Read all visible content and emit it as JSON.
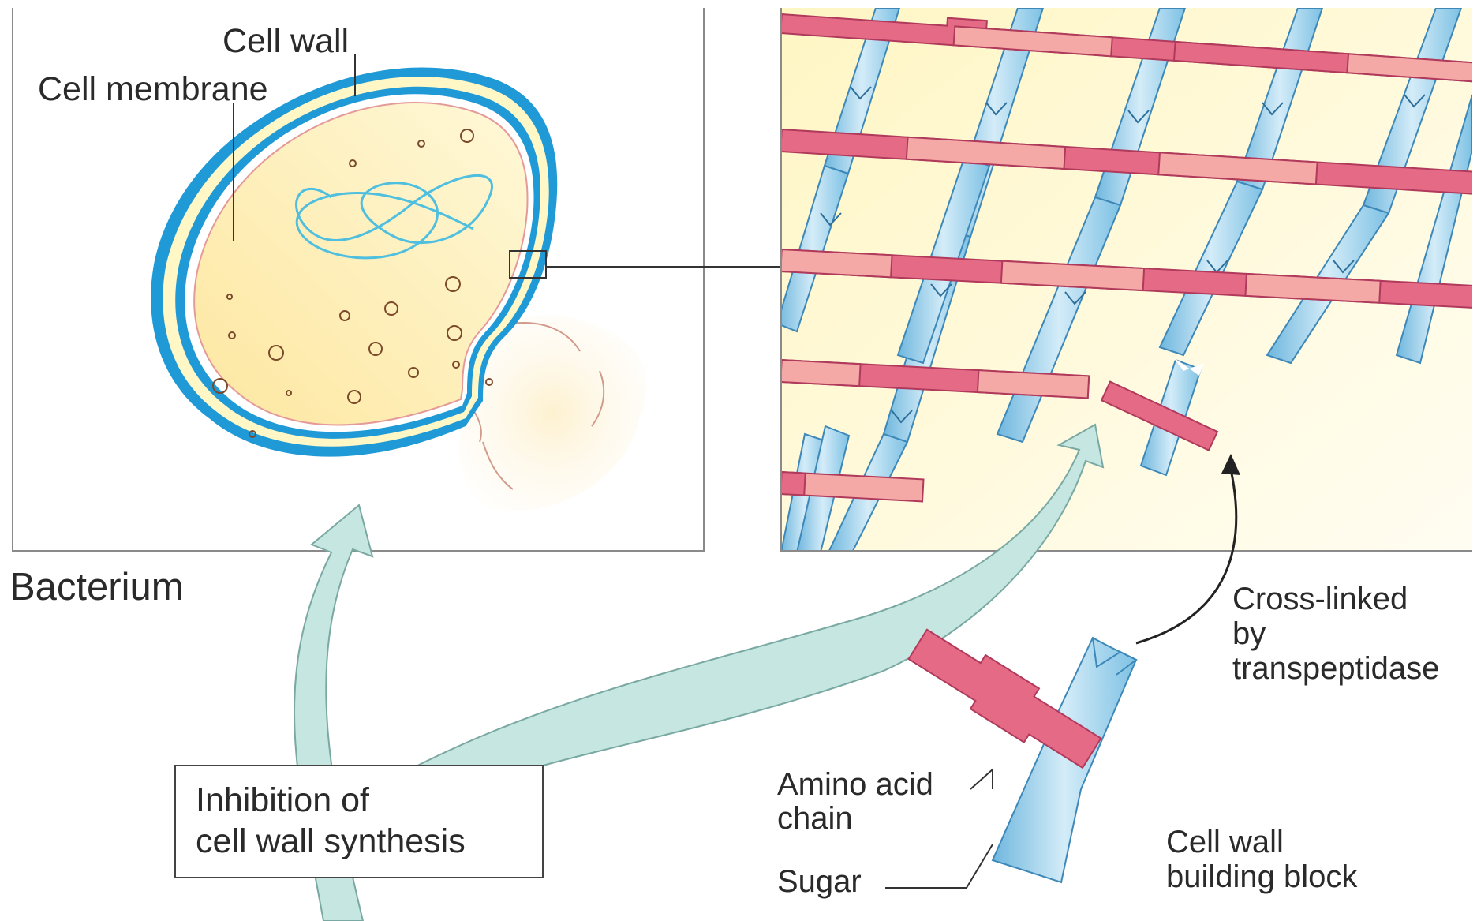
{
  "labels": {
    "cell_wall": "Cell wall",
    "cell_membrane": "Cell membrane",
    "bacterium": "Bacterium",
    "crosslinked_line1": "Cross-linked",
    "crosslinked_line2": "by",
    "crosslinked_line3": "transpeptidase",
    "amino_line1": "Amino  acid",
    "amino_line2": "chain",
    "sugar": "Sugar",
    "building_block_line1": "Cell wall",
    "building_block_line2": "building block",
    "inhibition_line1": "Inhibition of",
    "inhibition_line2": "cell wall synthesis"
  },
  "colors": {
    "cell_wall_blue": "#1f9ad6",
    "cytoplasm": "#fdf1b3",
    "membrane": "#e59a9a",
    "dna": "#4fbfe0",
    "sugar_chain": "#8fcbe8",
    "peptide_dark": "#e56a86",
    "peptide_light": "#f4a9a6",
    "grid_bg": "#fffad6",
    "arrow_fill": "#c5e6e1",
    "frame": "#888888"
  }
}
